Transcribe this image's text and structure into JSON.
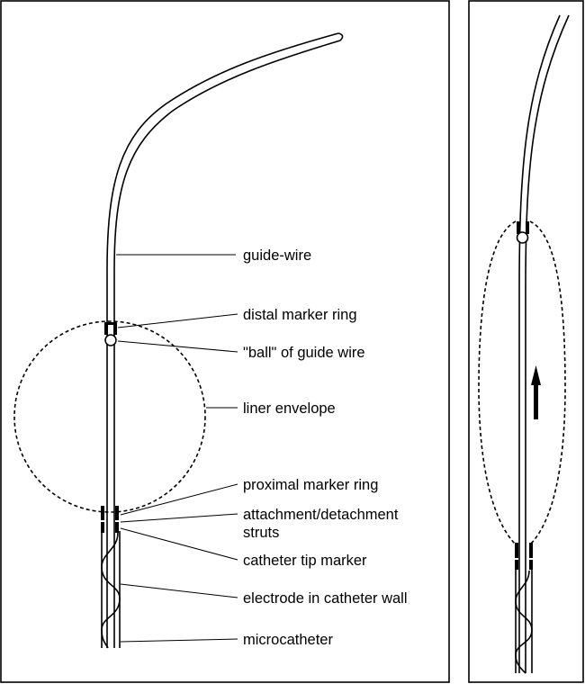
{
  "figure": {
    "panels": [
      {
        "id": "left",
        "description": "guide-wire with liner envelope deployed (spherical)",
        "labels": [
          {
            "key": "guide_wire",
            "text": "guide-wire"
          },
          {
            "key": "distal_marker_ring",
            "text": "distal marker ring"
          },
          {
            "key": "ball",
            "text": "\"ball\" of guide wire"
          },
          {
            "key": "liner_envelope",
            "text": "liner envelope"
          },
          {
            "key": "proximal_marker_ring",
            "text": "proximal marker ring"
          },
          {
            "key": "struts_line1",
            "text": "attachment/detachment"
          },
          {
            "key": "struts_line2",
            "text": "struts"
          },
          {
            "key": "catheter_tip_marker",
            "text": "catheter tip marker"
          },
          {
            "key": "electrode",
            "text": "electrode in catheter wall"
          },
          {
            "key": "microcatheter",
            "text": "microcatheter"
          }
        ]
      },
      {
        "id": "right",
        "description": "liner envelope elongated as guide-wire is withdrawn",
        "arrow_direction": "up"
      }
    ],
    "colors": {
      "line": "#000000",
      "background": "#ffffff"
    }
  }
}
